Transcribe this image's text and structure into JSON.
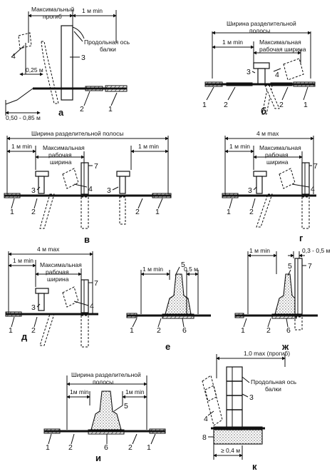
{
  "a": {
    "panel": "а",
    "label_max_deflection": "Максимальный\nпрогиб",
    "label_1m_min": "1 м min",
    "label_axis": "Продольная ось\nбалки",
    "label_025": "0,25 м",
    "label_050_085": "0,50 - 0,85 м",
    "n1": "1",
    "n2": "2",
    "n3": "3",
    "n4": "4"
  },
  "b": {
    "panel": "б",
    "label_width_sep": "Ширина разделительной\nполосы",
    "label_1m_min": "1 м min",
    "label_max_work": "Максимальная\nрабочая ширина",
    "n1": "1",
    "n2": "2",
    "n3": "3",
    "n4": "4"
  },
  "v": {
    "panel": "в",
    "label_width_sep": "Ширина разделительной полосы",
    "label_1m_min_left": "1 м min",
    "label_max_work": "Максимальная\nрабочая\nширина",
    "label_1m_min_right": "1 м min",
    "n1": "1",
    "n2": "2",
    "n3": "3",
    "n4": "4",
    "n7": "7"
  },
  "g": {
    "panel": "г",
    "label_4m_max": "4 м max",
    "label_1m_min": "1 м min",
    "label_max_work": "Максимальная\nрабочая\nширина",
    "n1": "1",
    "n2": "2",
    "n3": "3",
    "n4": "4",
    "n7": "7"
  },
  "d": {
    "panel": "д",
    "label_4m_max": "4 м max",
    "label_1m_min": "1 м min",
    "label_max_work": "Максимальная\nрабочая\nширина",
    "n1": "1",
    "n2": "2",
    "n3": "3",
    "n4": "4",
    "n7": "7"
  },
  "e": {
    "panel": "е",
    "label_1m_min": "1 м min",
    "label_05": "0,5 м",
    "n1": "1",
    "n2": "2",
    "n5": "5",
    "n6": "6"
  },
  "zh": {
    "panel": "ж",
    "label_1m_min": "1 м min",
    "label_03_05": "0,3 - 0,5 м",
    "n1": "1",
    "n2": "2",
    "n5": "5",
    "n6": "6",
    "n7": "7"
  },
  "i": {
    "panel": "и",
    "label_width_sep": "Ширина разделительной\nполосы",
    "label_1m_min_left": "1м min",
    "label_1m_min_right": "1м min",
    "n1": "1",
    "n2": "2",
    "n5": "5",
    "n6": "6"
  },
  "k": {
    "panel": "к",
    "label_10_max": "1,0 max (прогиб)",
    "label_axis": "Продольная ось\nбалки",
    "label_04": "≥ 0,4 м",
    "n3": "3",
    "n4": "4",
    "n8": "8"
  }
}
